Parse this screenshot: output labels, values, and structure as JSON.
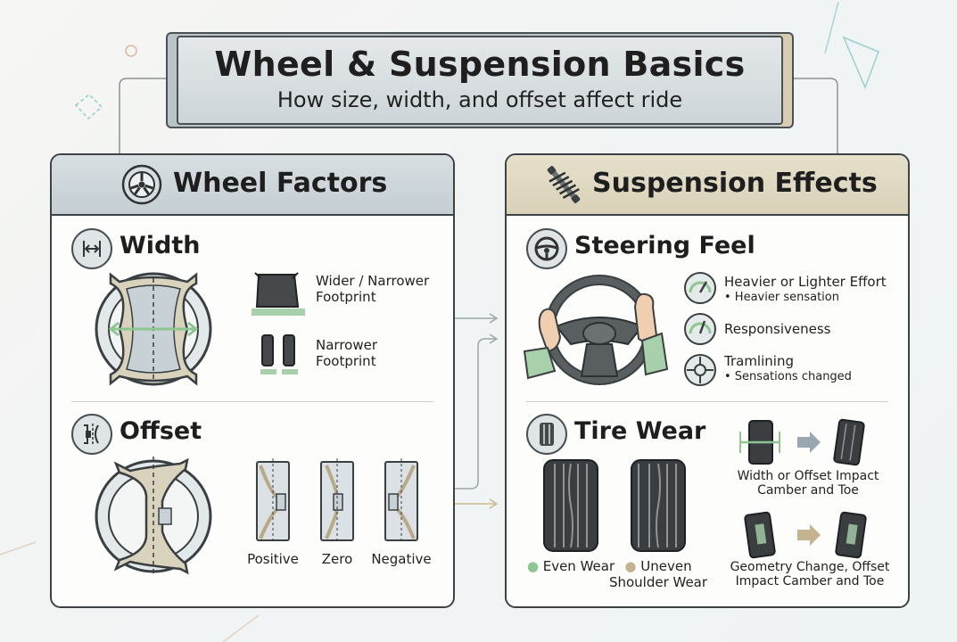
{
  "header": {
    "title": "Wheel & Suspension Basics",
    "subtitle": "How size, width, and offset affect ride"
  },
  "left_panel": {
    "title": "Wheel Factors",
    "icon": "wheel-icon",
    "width_section": {
      "title": "Width",
      "icon": "width-arrows-icon",
      "wider_label": "Wider / Narrower Footprint",
      "narrower_label": "Narrower Footprint"
    },
    "offset_section": {
      "title": "Offset",
      "icon": "offset-icon",
      "options": [
        "Positive",
        "Zero",
        "Negative"
      ]
    }
  },
  "right_panel": {
    "title": "Suspension Effects",
    "icon": "shock-absorber-icon",
    "steering_section": {
      "title": "Steering Feel",
      "icon": "steering-wheel-icon",
      "items": [
        {
          "label": "Heavier or Lighter Effort",
          "note": "• Heavier sensation",
          "icon": "gauge-icon"
        },
        {
          "label": "Responsiveness",
          "note": "",
          "icon": "gauge-icon"
        },
        {
          "label": "Tramlining",
          "note": "• Sensations changed",
          "icon": "crosshair-icon"
        }
      ]
    },
    "tire_wear_section": {
      "title": "Tire Wear",
      "icon": "tire-tread-icon",
      "even_label": "Even Wear",
      "uneven_label": "Uneven Shoulder Wear",
      "camber_label": "Width or Offset Impact Camber and Toe",
      "geometry_label": "Geometry Change, Offset Impact Camber and Toe"
    }
  },
  "colors": {
    "accent_green": "#9cc79e",
    "accent_tan": "#c4b391",
    "left_header": "#c9d2d7",
    "right_header": "#dcd4bb",
    "outline": "#3d4245"
  }
}
